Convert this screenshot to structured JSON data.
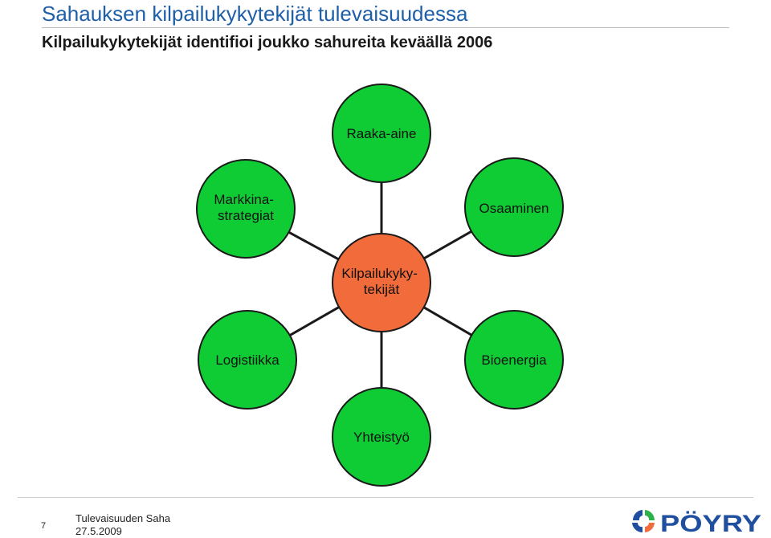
{
  "header": {
    "title": "Sahauksen kilpailukykytekijät tulevaisuudessa",
    "subtitle": "Kilpailukykytekijät identifioi joukko sahureita keväällä 2006"
  },
  "diagram": {
    "center": {
      "lines": [
        "Kilpailukyky-",
        "tekijät"
      ],
      "color": "#f26b3a"
    },
    "node_color": "#10cc34",
    "nodes": [
      {
        "id": "raaka-aine",
        "lines": [
          "Raaka-aine"
        ]
      },
      {
        "id": "markkinastrategiat",
        "lines": [
          "Markkina-",
          "strategiat"
        ]
      },
      {
        "id": "osaaminen",
        "lines": [
          "Osaaminen"
        ]
      },
      {
        "id": "logistiikka",
        "lines": [
          "Logistiikka"
        ]
      },
      {
        "id": "bioenergia",
        "lines": [
          "Bioenergia"
        ]
      },
      {
        "id": "yhteistyo",
        "lines": [
          "Yhteistyö"
        ]
      }
    ]
  },
  "footer": {
    "page_number": "7",
    "org": "Tulevaisuuden Saha",
    "date": "27.5.2009",
    "logo_text": "PÖYRY",
    "logo_color": "#1f4f9e"
  }
}
